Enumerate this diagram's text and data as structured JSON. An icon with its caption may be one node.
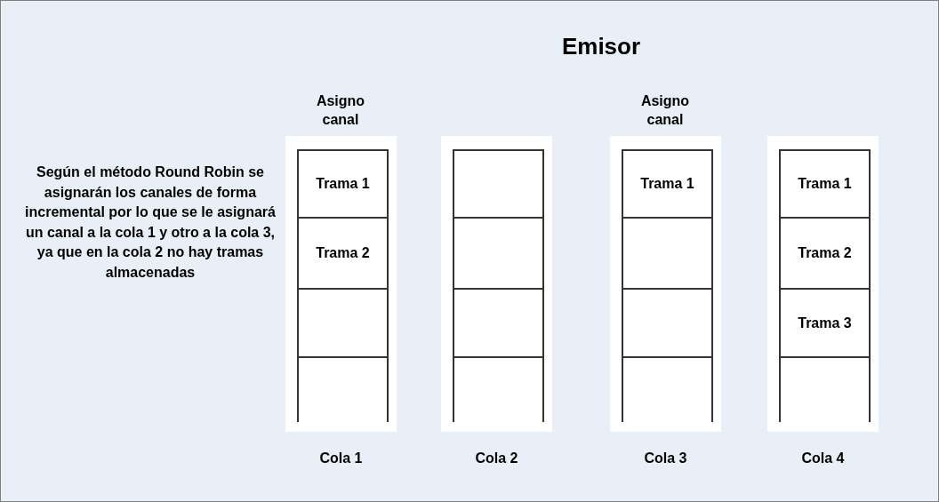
{
  "diagram": {
    "title": "Emisor",
    "nodes": [
      {
        "text": [
          "Cola 1"
        ],
        "beside": [
          "Asigno canal"
        ]
      },
      {
        "text": [
          "Trama 1"
        ],
        "in": 0
      },
      {
        "text": [
          "Trama 2"
        ],
        "in": 0
      },
      {
        "text": [],
        "shape": "box",
        "in": 0
      },
      {
        "text": [],
        "shape": "box",
        "in": 0
      },
      {
        "text": [
          "Cola 2"
        ]
      },
      {
        "text": [],
        "shape": "box",
        "in": 5
      },
      {
        "text": [],
        "shape": "box",
        "in": 5
      },
      {
        "text": [],
        "shape": "box",
        "in": 5
      },
      {
        "text": [],
        "shape": "box",
        "in": 5
      },
      {
        "text": [
          "Cola 3"
        ],
        "beside": [
          "Asigno canal"
        ]
      },
      {
        "text": [
          "Trama 1"
        ],
        "in": 10
      },
      {
        "text": [],
        "shape": "box",
        "in": 10
      },
      {
        "text": [],
        "shape": "box",
        "in": 10
      },
      {
        "text": [],
        "shape": "box",
        "in": 10
      },
      {
        "text": [
          "Cola 4"
        ]
      },
      {
        "text": [
          "Trama 1"
        ],
        "in": 15
      },
      {
        "text": [
          "Trama 2"
        ],
        "in": 15
      },
      {
        "text": [
          "Trama 3"
        ],
        "in": 15
      },
      {
        "text": [],
        "shape": "box",
        "in": 15
      }
    ],
    "edges": [],
    "labels": [
      "Según el método Round Robin se asignarán los canales de forma incremental por lo que se le asignará un canal a la cola 1 y otro a la cola 3, ya que en la cola 2 no hay tramas almacenadas"
    ]
  }
}
